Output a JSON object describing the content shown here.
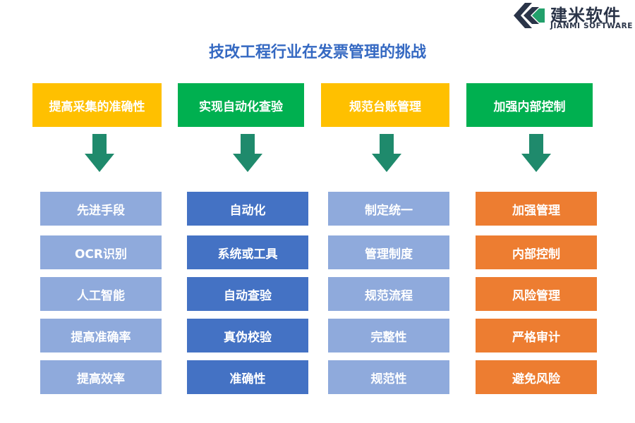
{
  "logo": {
    "cn": "建米软件",
    "en": "JIANMI SOFTWARE"
  },
  "title": "技改工程行业在发票管理的挑战",
  "colors": {
    "title": "#3569c2",
    "arrow": "#1f8a6c",
    "head_yellow": "#ffc000",
    "head_green": "#00b050",
    "light_blue": "#8faadc",
    "dark_blue": "#4472c4",
    "orange": "#ed7d31"
  },
  "columns": [
    {
      "header": "提高采集的准确性",
      "items": [
        "先进手段",
        "OCR识别",
        "人工智能",
        "提高准确率",
        "提高效率"
      ]
    },
    {
      "header": "实现自动化查验",
      "items": [
        "自动化",
        "系统或工具",
        "自动查验",
        "真伪校验",
        "准确性"
      ]
    },
    {
      "header": "规范台账管理",
      "items": [
        "制定统一",
        "管理制度",
        "规范流程",
        "完整性",
        "规范性"
      ]
    },
    {
      "header": "加强内部控制",
      "items": [
        "加强管理",
        "内部控制",
        "风险管理",
        "严格审计",
        "避免风险"
      ]
    }
  ]
}
